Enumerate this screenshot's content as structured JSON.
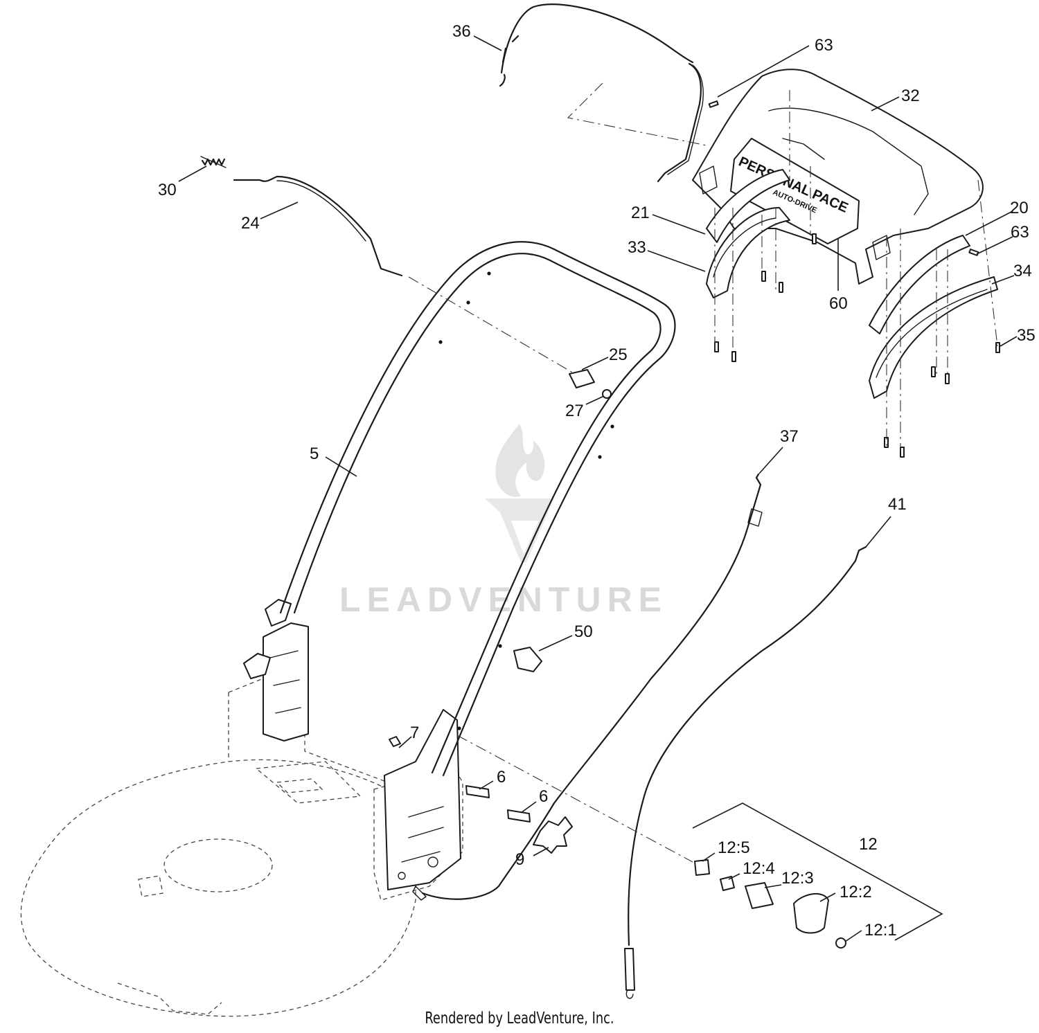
{
  "diagram": {
    "callouts": [
      {
        "id": "36",
        "label": "36"
      },
      {
        "id": "63a",
        "label": "63"
      },
      {
        "id": "32",
        "label": "32"
      },
      {
        "id": "30",
        "label": "30"
      },
      {
        "id": "24",
        "label": "24"
      },
      {
        "id": "21",
        "label": "21"
      },
      {
        "id": "33",
        "label": "33"
      },
      {
        "id": "60",
        "label": "60"
      },
      {
        "id": "20",
        "label": "20"
      },
      {
        "id": "63b",
        "label": "63"
      },
      {
        "id": "34",
        "label": "34"
      },
      {
        "id": "35",
        "label": "35"
      },
      {
        "id": "25",
        "label": "25"
      },
      {
        "id": "27",
        "label": "27"
      },
      {
        "id": "5",
        "label": "5"
      },
      {
        "id": "37",
        "label": "37"
      },
      {
        "id": "41",
        "label": "41"
      },
      {
        "id": "50",
        "label": "50"
      },
      {
        "id": "7",
        "label": "7"
      },
      {
        "id": "6a",
        "label": "6"
      },
      {
        "id": "6b",
        "label": "6"
      },
      {
        "id": "9",
        "label": "9"
      },
      {
        "id": "12",
        "label": "12"
      },
      {
        "id": "12_5",
        "label": "12:5"
      },
      {
        "id": "12_4",
        "label": "12:4"
      },
      {
        "id": "12_3",
        "label": "12:3"
      },
      {
        "id": "12_2",
        "label": "12:2"
      },
      {
        "id": "12_1",
        "label": "12:1"
      }
    ],
    "decal_text": {
      "main": "PERSONAL PACE",
      "sub": "AUTO-DRIVE"
    }
  },
  "watermark": {
    "text": "LEADVENTURE"
  },
  "footer": {
    "credit": "Rendered by LeadVenture, Inc."
  },
  "colors": {
    "line": "#1a1a1a",
    "watermark": "#d9d9d9",
    "background": "#ffffff"
  }
}
